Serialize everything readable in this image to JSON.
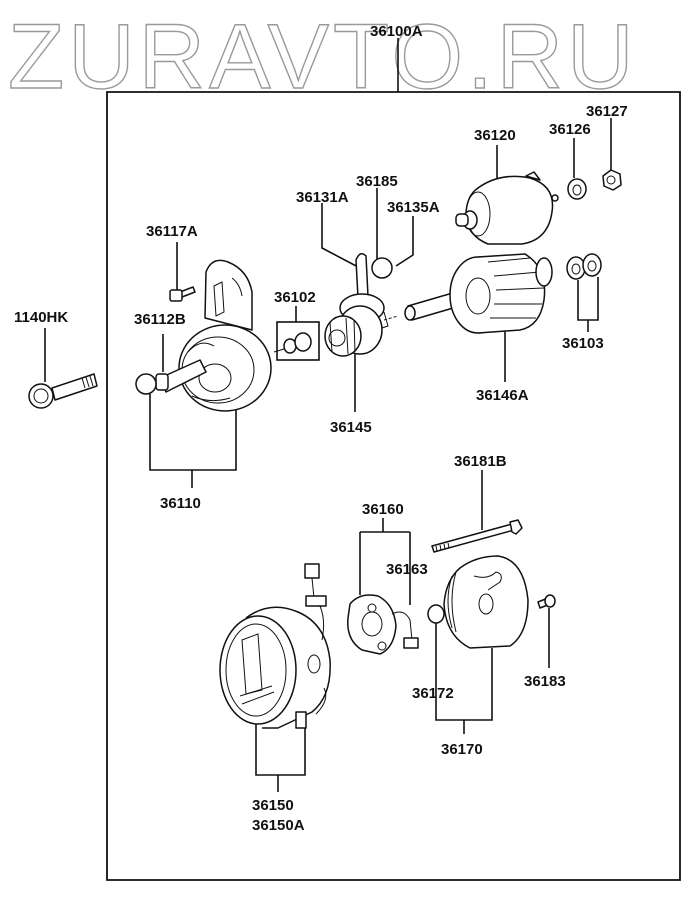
{
  "watermark": "ZURAVTO.RU",
  "diagram": {
    "title_part": "36100A",
    "labels": {
      "p1140HK": "1140HK",
      "p36117A": "36117A",
      "p36112B": "36112B",
      "p36110": "36110",
      "p36102": "36102",
      "p36131A": "36131A",
      "p36185": "36185",
      "p36135A": "36135A",
      "p36145": "36145",
      "p36120": "36120",
      "p36126": "36126",
      "p36127": "36127",
      "p36103": "36103",
      "p36146A": "36146A",
      "p36181B": "36181B",
      "p36160": "36160",
      "p36163": "36163",
      "p36183": "36183",
      "p36172": "36172",
      "p36170": "36170",
      "p36150": "36150",
      "p36150A": "36150A"
    }
  }
}
